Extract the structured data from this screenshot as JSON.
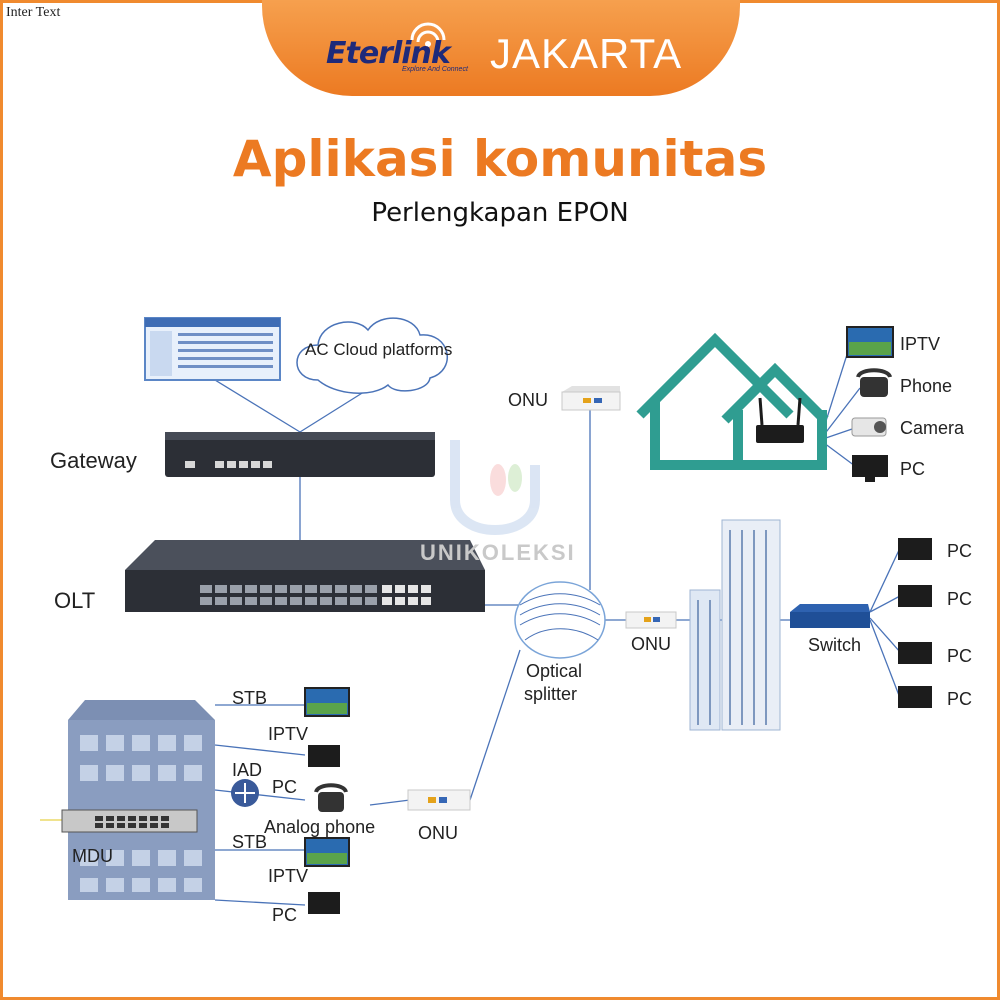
{
  "corner_text": "Inter Text",
  "header": {
    "logo_word": "Eterlink",
    "logo_tagline": "Explore And Connect",
    "city": "JAKARTA"
  },
  "title": "Aplikasi komunitas",
  "subtitle": "Perlengkapan EPON",
  "watermark": "UNIKOLEKSI",
  "labels": {
    "cloud": "AC Cloud platforms",
    "gateway": "Gateway",
    "olt": "OLT",
    "onu_top": "ONU",
    "onu_mid": "ONU",
    "onu_bottom": "ONU",
    "splitter_1": "Optical",
    "splitter_2": "splitter",
    "switch": "Switch",
    "home_iptv": "IPTV",
    "home_phone": "Phone",
    "home_camera": "Camera",
    "home_pc": "PC",
    "office_pc_1": "PC",
    "office_pc_2": "PC",
    "office_pc_3": "PC",
    "office_pc_4": "PC",
    "stb_1": "STB",
    "iptv_1": "IPTV",
    "iad": "IAD",
    "pc_mdu": "PC",
    "analog_phone": "Analog phone",
    "stb_2": "STB",
    "iptv_2": "IPTV",
    "pc_mdu_2": "PC",
    "mdu": "MDU"
  },
  "colors": {
    "accent": "#ec7a22",
    "house": "#2f9d91",
    "link": "#4a73b8",
    "device": "#2c2f36"
  }
}
